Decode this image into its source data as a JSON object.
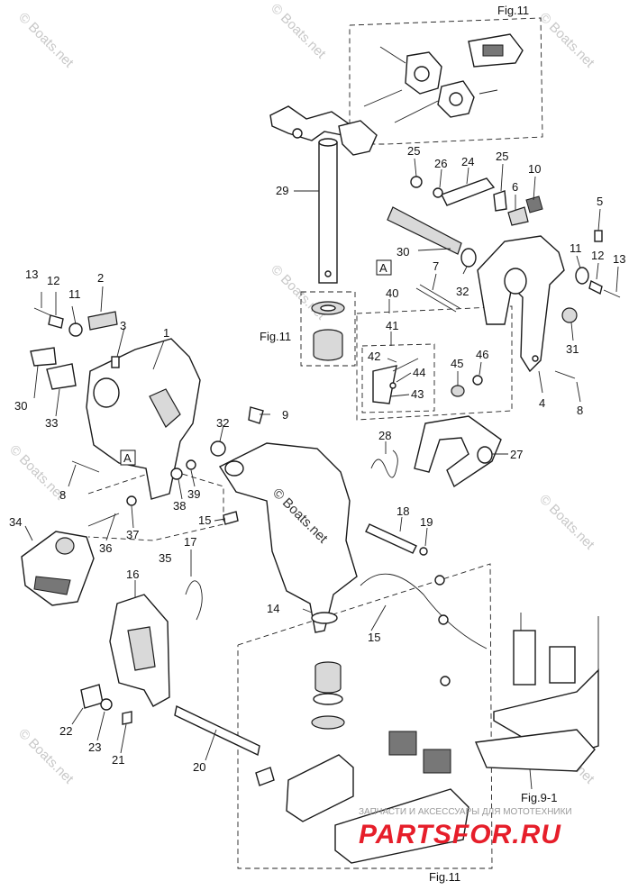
{
  "figure_refs": {
    "top": "Fig.11",
    "left": "Fig.11",
    "bottom": "Fig.11",
    "bottom_right": "Fig.9-1"
  },
  "callouts": {
    "c29": "29",
    "c30a": "30",
    "c30b": "30",
    "c13a": "13",
    "c12a": "12",
    "c11a": "11",
    "c2": "2",
    "c3": "3",
    "c1": "1",
    "c33": "33",
    "c9": "9",
    "c32a": "32",
    "c8a": "8",
    "c38": "38",
    "c39": "39",
    "c15a": "15",
    "c15b": "15",
    "c34": "34",
    "c36": "36",
    "c37": "37",
    "c35": "35",
    "c17": "17",
    "c16": "16",
    "c14": "14",
    "c22": "22",
    "c23": "23",
    "c21": "21",
    "c20": "20",
    "c25a": "25",
    "c25b": "25",
    "c26": "26",
    "c24": "24",
    "c10": "10",
    "c6": "6",
    "c5": "5",
    "c32b": "32",
    "c7": "7",
    "c40": "40",
    "c41": "41",
    "c42": "42",
    "c44": "44",
    "c43": "43",
    "c45": "45",
    "c46": "46",
    "c11b": "11",
    "c12b": "12",
    "c13b": "13",
    "c31": "31",
    "c4": "4",
    "c8b": "8",
    "c27": "27",
    "c28": "28",
    "c18": "18",
    "c19": "19"
  },
  "box_labels": {
    "a1": "A",
    "a2": "A"
  },
  "watermarks": {
    "w1": "© Boats.net",
    "w2": "© Boats.net",
    "w3": "© Boats.net",
    "w4": "© Boats.net",
    "w5": "© Boats.net",
    "w6": "© Boats.net",
    "w7": "© Boats.net",
    "w8": "© Boats.net",
    "center": "© Boats.net"
  },
  "branding": {
    "tagline": "ЗАПЧАСТИ И АКСЕССУАРЫ ДЛЯ МОТОТЕХНИКИ",
    "logo": "PARTSFOR.RU",
    "logo_color": "#e61e2a"
  }
}
